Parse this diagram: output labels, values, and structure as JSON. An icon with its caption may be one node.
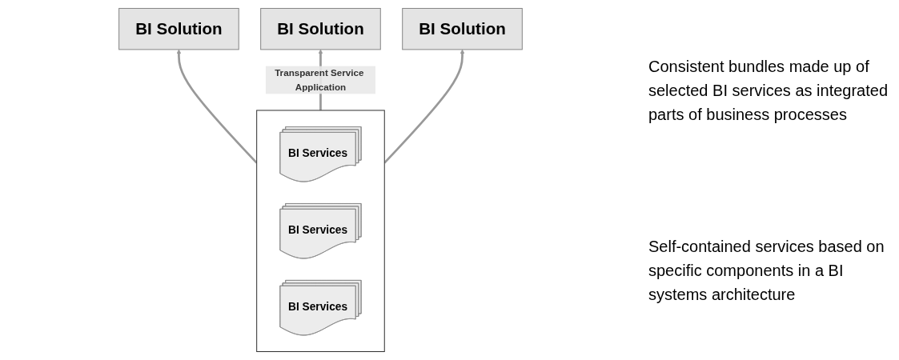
{
  "diagram": {
    "nodes": [
      {
        "text": [
          "BI Solution"
        ]
      },
      {
        "text": [
          "BI Solution"
        ]
      },
      {
        "text": [
          "BI Solution"
        ]
      },
      {
        "text": [],
        "shape": "box"
      },
      {
        "text": [
          "BI Services"
        ],
        "in": 3
      },
      {
        "text": [
          "BI Services"
        ],
        "in": 3
      },
      {
        "text": [
          "BI Services"
        ],
        "in": 3
      }
    ],
    "edges": [
      {
        "from": 3,
        "to": 0,
        "arrow": "to"
      },
      {
        "from": 3,
        "to": 1,
        "arrow": "to",
        "label": "Transparent Service Application"
      },
      {
        "from": 3,
        "to": 2,
        "arrow": "to"
      }
    ],
    "labels": [
      "Consistent bundles made up of selected BI services as integrated parts of business processes",
      "Self-contained services based on specific components in a BI systems architecture"
    ]
  }
}
